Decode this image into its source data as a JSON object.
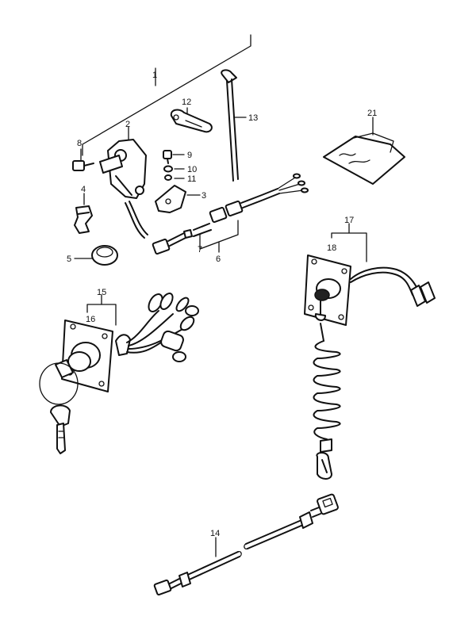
{
  "callouts": {
    "c1": "1",
    "c2": "2",
    "c3": "3",
    "c4": "4",
    "c5": "5",
    "c6": "6",
    "c7": "7",
    "c8": "8",
    "c9": "9",
    "c10": "10",
    "c11": "11",
    "c12": "12",
    "c13": "13",
    "c14": "14",
    "c15": "15",
    "c16": "16",
    "c17": "17",
    "c18": "18",
    "c21": "21"
  }
}
